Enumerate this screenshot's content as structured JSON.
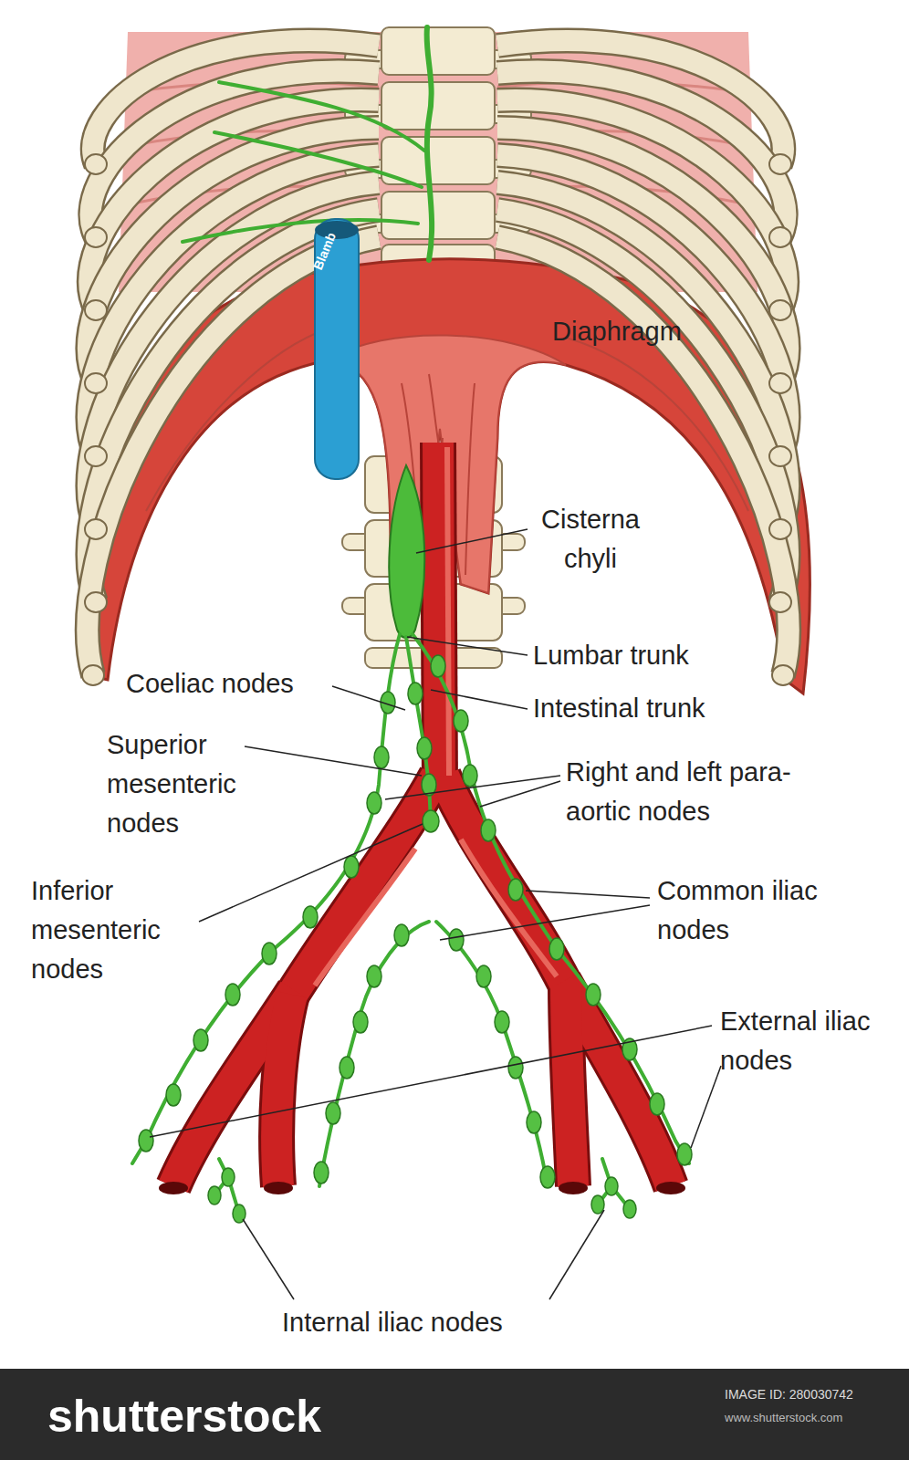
{
  "diagram": {
    "labels": [
      "Diaphragm",
      "Cisterna chyli",
      "Lumbar trunk",
      "Coeliac nodes",
      "Intestinal trunk",
      "Superior mesenteric nodes",
      "Right and left para-aortic nodes",
      "Inferior mesenteric nodes",
      "Common iliac nodes",
      "External iliac nodes",
      "Internal iliac nodes",
      "Blamb",
      "shutterstock",
      "IMAGE ID: 280030742",
      "www.shutterstock.com"
    ]
  }
}
